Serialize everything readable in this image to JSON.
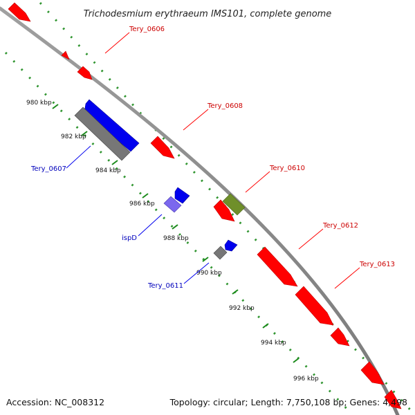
{
  "title": "Trichodesmium erythraeum IMS101, complete genome",
  "footer": {
    "accession": "Accession: NC_008312",
    "summary": "Topology: circular; Length: 7,750,108 bp; Genes: 4,498"
  },
  "colors": {
    "forward": "#ff0000",
    "reverse": "#0000ee",
    "gray": "#777777",
    "olive": "#6f8f2a",
    "violet": "#7b68ee",
    "tick": "#1a8a1a",
    "backbone": "#8c8c8c"
  },
  "ticks": [
    "980 kbp",
    "982 kbp",
    "984 kbp",
    "986 kbp",
    "988 kbp",
    "990 kbp",
    "992 kbp",
    "994 kbp",
    "996 kbp"
  ],
  "labels": {
    "tery_0606": "Tery_0606",
    "tery_0608": "Tery_0608",
    "tery_0610": "Tery_0610",
    "tery_0612": "Tery_0612",
    "tery_0613": "Tery_0613",
    "tery_0607": "Tery_0607",
    "ispd": "ispD",
    "tery_0611": "Tery_0611"
  }
}
